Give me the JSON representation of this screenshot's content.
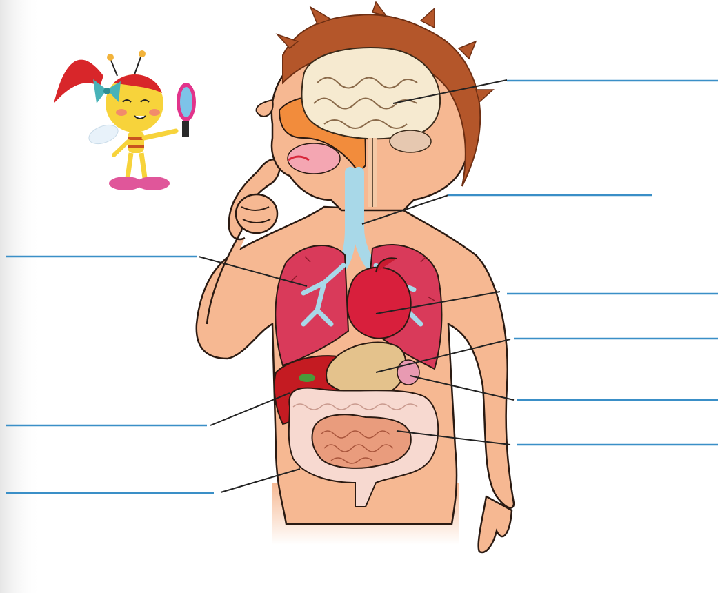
{
  "diagram": {
    "kind": "human-body-organ-labeling-worksheet",
    "mascot_icon": "bee-girl-with-mirror-icon",
    "label_blanks": [
      {
        "id": "brain",
        "side": "right",
        "text": ""
      },
      {
        "id": "trachea",
        "side": "right",
        "text": ""
      },
      {
        "id": "heart",
        "side": "right",
        "text": ""
      },
      {
        "id": "stomach",
        "side": "right",
        "text": ""
      },
      {
        "id": "pancreas",
        "side": "right",
        "text": ""
      },
      {
        "id": "small-intestine",
        "side": "right",
        "text": ""
      },
      {
        "id": "lungs",
        "side": "left",
        "text": ""
      },
      {
        "id": "liver",
        "side": "left",
        "text": ""
      },
      {
        "id": "large-intestine",
        "side": "left",
        "text": ""
      }
    ],
    "colors": {
      "skin": "#f6b892",
      "hair": "#b4562a",
      "brain": "#f6ead0",
      "lungs": "#d93a5a",
      "airway": "#a8d8e8",
      "heart": "#d81f3c",
      "stomach": "#e4c28c",
      "liver": "#c41b22",
      "large_intestine": "#f7d9d0",
      "small_intestine": "#e99c7d",
      "label_line": "#3a8fc7",
      "leader_line": "#222222"
    }
  }
}
